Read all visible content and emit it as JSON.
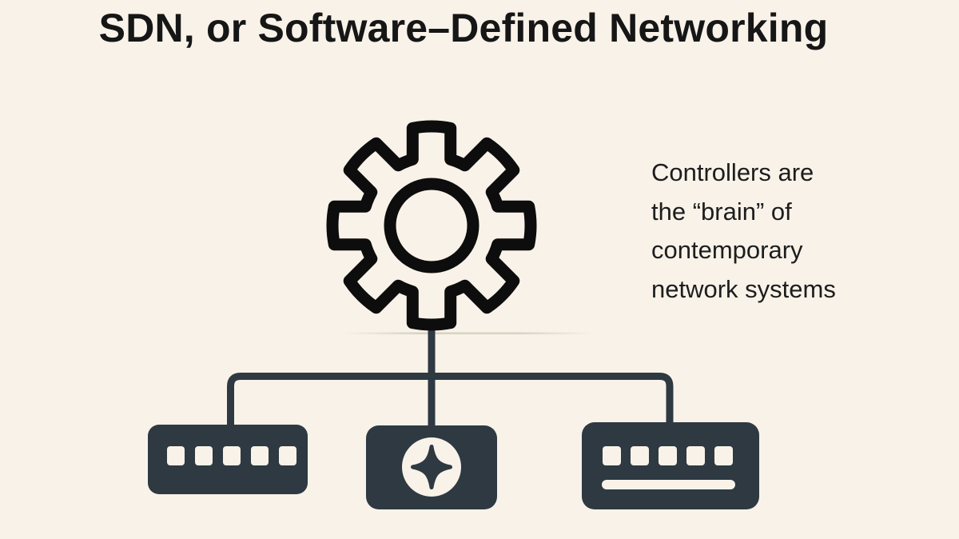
{
  "title": "SDN, or Software–Defined Networking",
  "annotation": {
    "lines": [
      "Controllers are",
      "the “brain” of",
      "contemporary",
      "network systems"
    ]
  },
  "icons": {
    "controller": "gear-icon",
    "left_device": "ports-switch-icon",
    "center_device": "sparkle-chip-icon",
    "right_device": "keyboard-icon"
  },
  "theme": {
    "background": "#f8f2e9",
    "ink": "#0d0d0d",
    "device_fill": "#2e3942",
    "connector": "#2e3942",
    "cutout": "#f8f2e9",
    "title_color": "#161616",
    "body_text_color": "#1d1d1d"
  }
}
